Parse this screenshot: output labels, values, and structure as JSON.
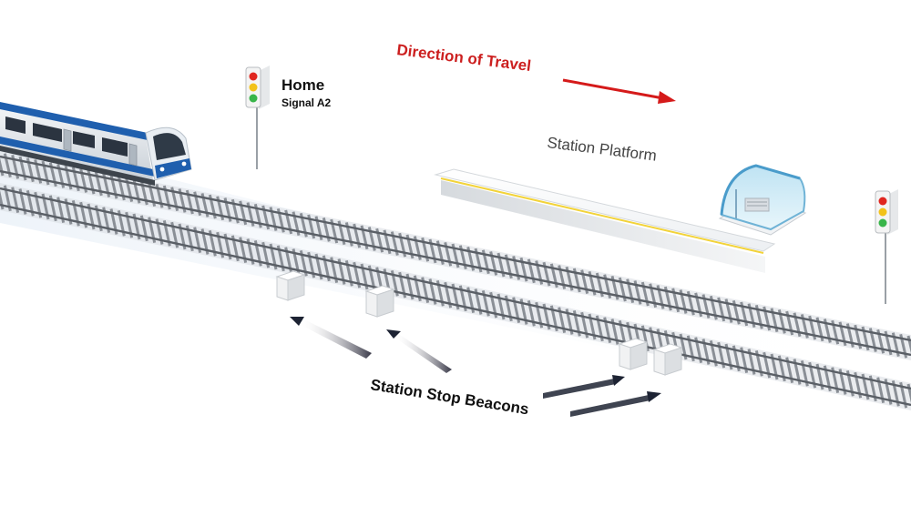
{
  "labels": {
    "direction": "Direction of Travel",
    "home": "Home",
    "signal": "Signal A2",
    "platform": "Station Platform",
    "beacons": "Station Stop Beacons"
  },
  "colors": {
    "direction_text": "#cc1f1f",
    "direction_arrow": "#d51a1a",
    "label_text": "#111111",
    "platform_text": "#444444",
    "train_blue": "#1f5fae",
    "train_body": "#e9eef3",
    "rail": "#5a5f66",
    "sleeper": "#8a8f96",
    "platform_edge": "#f2d33a",
    "signal_red": "#e0261f",
    "signal_yellow": "#f2c21a",
    "signal_green": "#39b54a"
  },
  "icons": {
    "train": "metro-train-icon",
    "signal": "traffic-signal-icon",
    "shelter": "station-shelter-icon",
    "beacon": "beacon-block-icon"
  }
}
